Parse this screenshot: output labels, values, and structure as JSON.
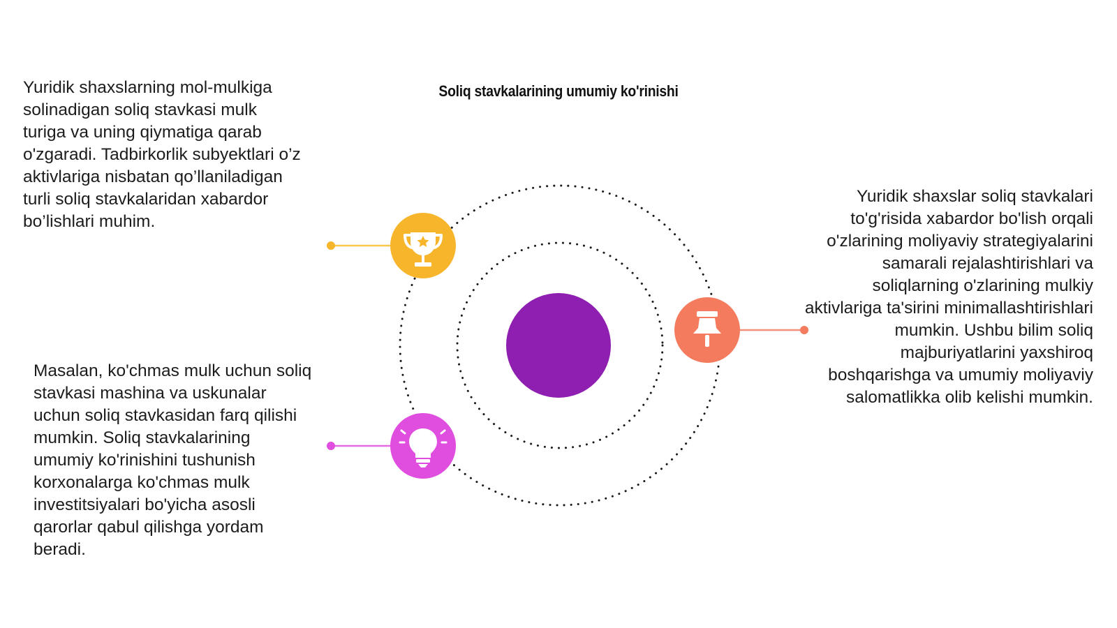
{
  "title": "Soliq stavkalarining umumiy ko'rinishi",
  "blocks": {
    "top_left": "Yuridik shaxslarning mol-mulkiga solinadigan soliq stavkasi mulk turiga va uning qiymatiga qarab o'zgaradi. Tadbirkorlik subyektlari o’z aktivlariga nisbatan qo’llaniladigan turli soliq stavkalaridan xabardor bo’lishlari muhim.",
    "bottom_left": "Masalan, ko'chmas mulk uchun soliq stavkasi mashina va uskunalar uchun soliq stavkasidan farq qilishi mumkin. Soliq stavkalarining umumiy ko'rinishini tushunish korxonalarga ko'chmas mulk investitsiyalari bo'yicha asosli qarorlar qabul qilishga yordam beradi.",
    "right": "Yuridik shaxslar soliq stavkalari to'g'risida xabardor bo'lish orqali o'zlarining moliyaviy strategiyalarini samarali rejalashtirishlari va soliqlarning o'zlarining mulkiy aktivlariga ta'sirini minimallashtirishlari mumkin. Ushbu bilim soliq majburiyatlarini yaxshiroq boshqarishga va umumiy moliyaviy salomatlikka olib kelishi mumkin."
  },
  "nodes": [
    {
      "id": "trophy",
      "icon": "trophy-icon",
      "color": "#f7b52c"
    },
    {
      "id": "pin",
      "icon": "pushpin-icon",
      "color": "#f47b5e"
    },
    {
      "id": "bulb",
      "icon": "lightbulb-icon",
      "color": "#e04ee0"
    }
  ],
  "center_color": "#8e1fb0"
}
